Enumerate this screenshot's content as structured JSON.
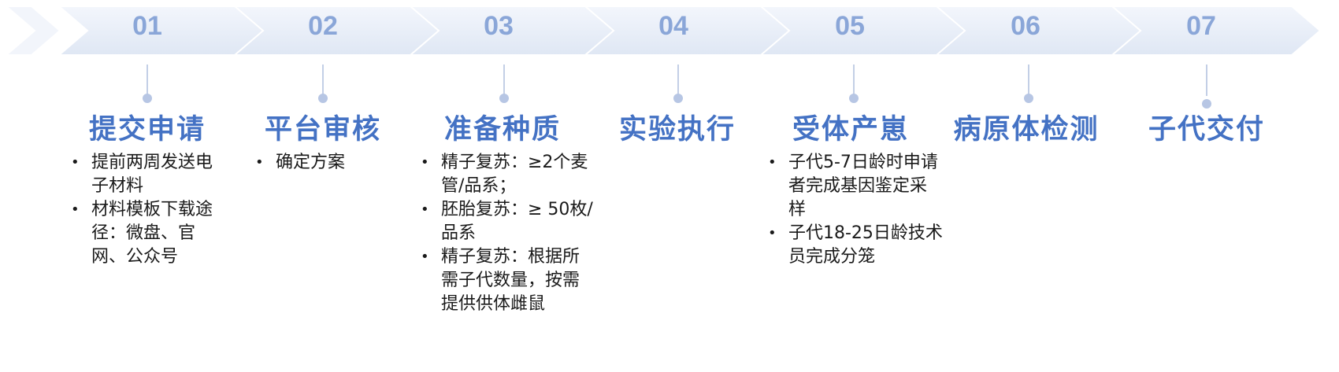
{
  "colors": {
    "accent": "#4472c4",
    "step_number": "#8aa6d8",
    "arrow_fill": "#e6ecf7"
  },
  "steps": [
    {
      "number": "01",
      "title": "提交申请",
      "items": [
        "提前两周发送电子材料",
        "材料模板下载途径：微盘、官网、公众号"
      ]
    },
    {
      "number": "02",
      "title": "平台审核",
      "items": [
        "确定方案"
      ]
    },
    {
      "number": "03",
      "title": "准备种质",
      "items": [
        "精子复苏：≥2个麦管/品系；",
        "胚胎复苏：≥ 50枚/品系",
        "精子复苏：根据所需子代数量，按需提供供体雌鼠"
      ]
    },
    {
      "number": "04",
      "title": "实验执行",
      "items": []
    },
    {
      "number": "05",
      "title": "受体产崽",
      "items": [
        "子代5-7日龄时申请者完成基因鉴定采样",
        "子代18-25日龄技术员完成分笼"
      ]
    },
    {
      "number": "06",
      "title": "病原体检测",
      "items": []
    },
    {
      "number": "07",
      "title": "子代交付",
      "items": []
    }
  ]
}
